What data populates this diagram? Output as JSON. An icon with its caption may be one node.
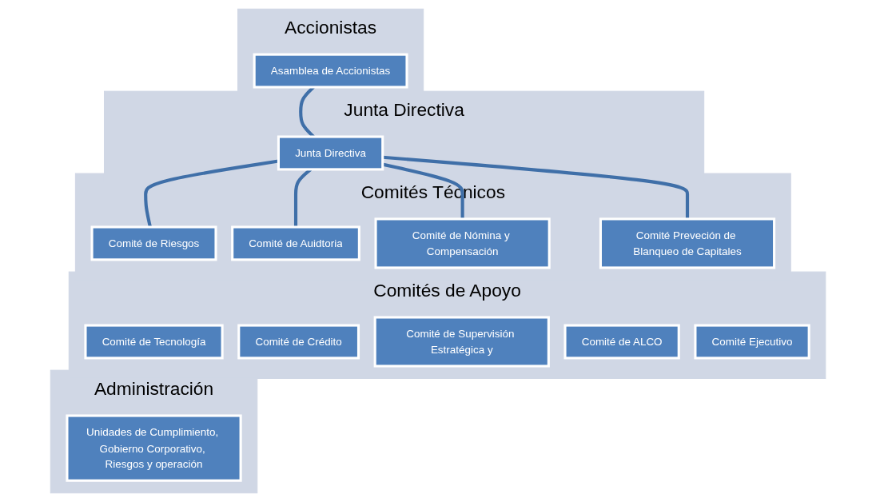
{
  "diagram": {
    "nodes": [
      {
        "text": [
          "Accionistas"
        ]
      },
      {
        "text": [
          "Asamblea de Accionistas"
        ],
        "in": 0
      },
      {
        "text": [
          "Junta Directiva"
        ]
      },
      {
        "text": [
          "Junta Directiva"
        ],
        "in": 2
      },
      {
        "text": [
          "Comités Técnicos"
        ]
      },
      {
        "text": [
          "Comité de Riesgos"
        ],
        "in": 4
      },
      {
        "text": [
          "Comité de Auidtoria"
        ],
        "in": 4
      },
      {
        "text": [
          "Comité de Nómina y Compensación"
        ],
        "in": 4
      },
      {
        "text": [
          "Comité Preveción de Blanqueo de Capitales"
        ],
        "in": 4
      },
      {
        "text": [
          "Comités de Apoyo"
        ]
      },
      {
        "text": [
          "Comité de Tecnología"
        ],
        "in": 9
      },
      {
        "text": [
          "Comité de Crédito"
        ],
        "in": 9
      },
      {
        "text": [
          "Comité de Supervisión Estratégica y"
        ],
        "in": 9
      },
      {
        "text": [
          "Comité de ALCO"
        ],
        "in": 9
      },
      {
        "text": [
          "Comité Ejecutivo"
        ],
        "in": 9
      },
      {
        "text": [
          "Administración"
        ]
      },
      {
        "text": [
          "Unidades de Cumplimiento, Gobierno Corporativo, Riesgos y operación"
        ],
        "in": 15
      }
    ],
    "edges": [
      {
        "from": 1,
        "to": 3,
        "arrow": "none"
      },
      {
        "from": 3,
        "to": 5,
        "arrow": "none"
      },
      {
        "from": 3,
        "to": 6,
        "arrow": "none"
      },
      {
        "from": 3,
        "to": 7,
        "arrow": "none"
      },
      {
        "from": 3,
        "to": 8,
        "arrow": "none"
      }
    ]
  }
}
